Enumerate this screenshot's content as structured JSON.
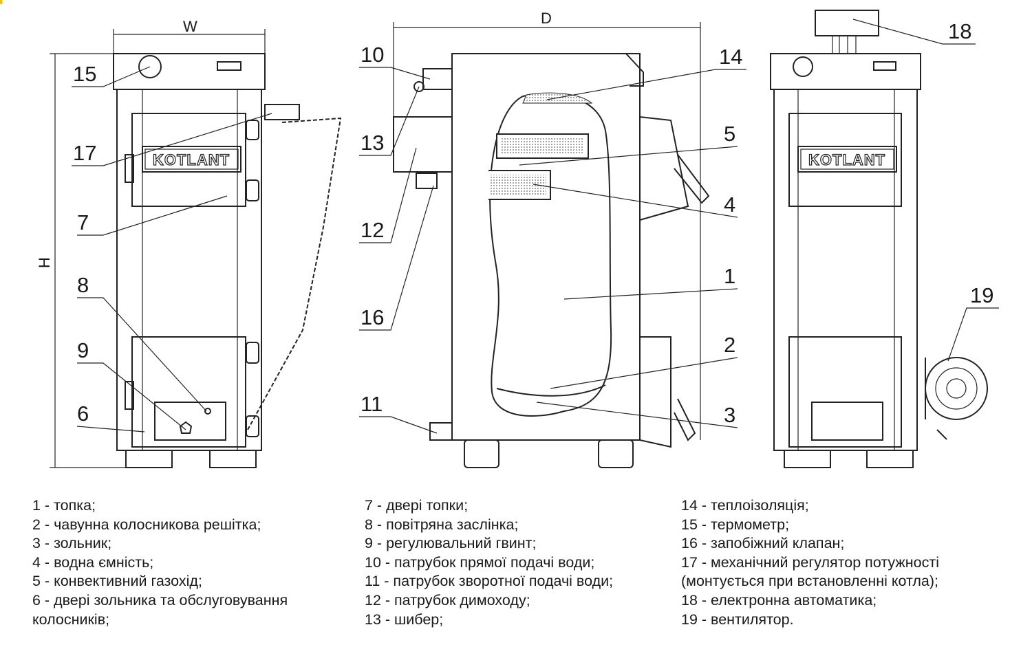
{
  "dimensions": {
    "width": "W",
    "depth": "D",
    "height": "H"
  },
  "brand_plate": "KOTLANT",
  "callouts": [
    "1",
    "2",
    "3",
    "4",
    "5",
    "6",
    "7",
    "8",
    "9",
    "10",
    "11",
    "12",
    "13",
    "14",
    "15",
    "16",
    "17",
    "18",
    "19"
  ],
  "legend": {
    "col1": [
      "1 - топка;",
      "2 - чавунна колосникова решітка;",
      "3 - зольник;",
      "4 - водна ємність;",
      "5 - конвективний газохід;",
      "6 - двері зольника та обслуговування",
      "колосників;"
    ],
    "col2": [
      "7 - двері топки;",
      "8 - повітряна заслінка;",
      "9 - регулювальний гвинт;",
      "10 - патрубок прямої подачі води;",
      "11 - патрубок зворотної подачі води;",
      "12 - патрубок димоходу;",
      "13 - шибер;"
    ],
    "col3": [
      "14 - теплоізоляція;",
      "15 - термометр;",
      "16 - запобіжний клапан;",
      "17 - механічний регулятор потужності",
      "(монтується при встановленні котла);",
      "18 - електронна автоматика;",
      "19 - вентилятор."
    ]
  },
  "colors": {
    "line": "#222222",
    "insulation": "#bbbbbb"
  }
}
